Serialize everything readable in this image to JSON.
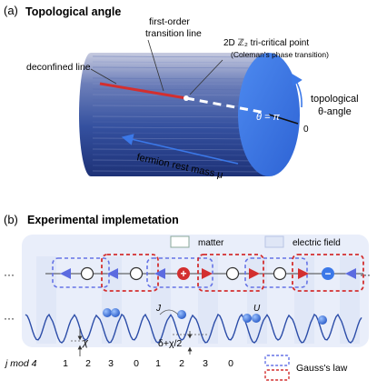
{
  "panel_a": {
    "label": "(a)",
    "title": "Topological angle",
    "first_order_line_1": "first-order",
    "first_order_line_2": "transition line",
    "tricritical_line_1": "2D ℤ₂ tri-critical point",
    "tricritical_line_2": "(Coleman's phase transition)",
    "deconfined": "deconfined line",
    "theta_eq": "θ = π",
    "zero": "0",
    "topo_line_1": "topological",
    "topo_line_2": "θ-angle",
    "fermion_mass": "fermion rest mass μ"
  },
  "panel_b": {
    "label": "(b)",
    "title": "Experimental implemetation",
    "legend_matter": "matter",
    "legend_field": "electric field",
    "legend_gauss": "Gauss's law",
    "ellipsis": "···",
    "plus_sign": "+",
    "minus_sign": "−",
    "J_label": "J",
    "U_label": "U",
    "chi_label": "χ",
    "delta_label": "δ+χ/2",
    "jmod_label": "j mod 4",
    "jmod_values": [
      "1",
      "2",
      "3",
      "0",
      "1",
      "2",
      "3",
      "0"
    ]
  },
  "colors": {
    "cylinder_blue": "#3f61b8",
    "cap_blue": "#3b78e8",
    "red_box": "#d32f2f",
    "blue_box": "#6674e6",
    "field_fill": "#dfe6f6",
    "matter_stroke": "#8aa89a"
  }
}
